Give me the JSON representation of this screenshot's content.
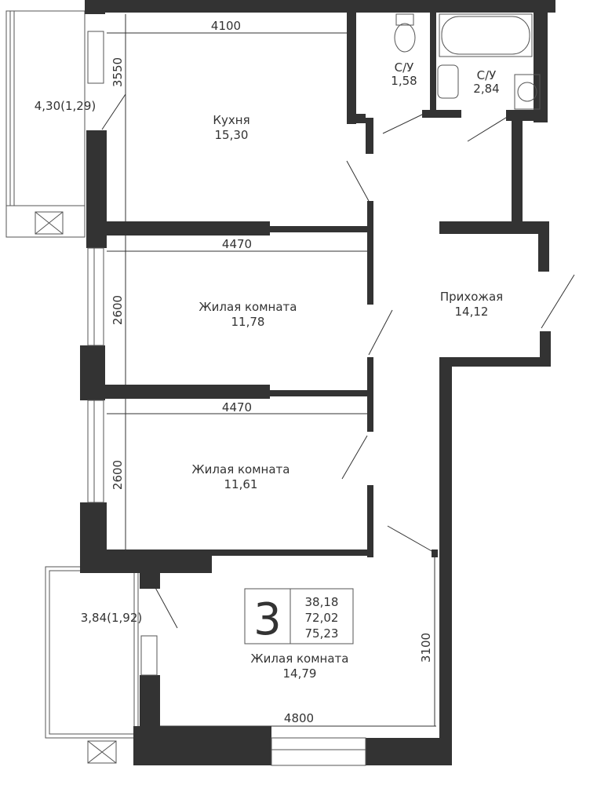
{
  "rooms": {
    "kitchen": {
      "name": "Кухня",
      "area": "15,30"
    },
    "wc1": {
      "name": "С/У",
      "area": "1,58"
    },
    "wc2": {
      "name": "С/У",
      "area": "2,84"
    },
    "hall": {
      "name": "Прихожая",
      "area": "14,12"
    },
    "room1": {
      "name": "Жилая комната",
      "area": "11,78"
    },
    "room2": {
      "name": "Жилая комната",
      "area": "11,61"
    },
    "room3": {
      "name": "Жилая комната",
      "area": "14,79"
    },
    "balcony1": {
      "area": "4,30(1,29)"
    },
    "balcony2": {
      "area": "3,84(1,92)"
    }
  },
  "dimensions": {
    "kitchen_width": "4100",
    "kitchen_depth": "3550",
    "room1_width": "4470",
    "room1_depth": "2600",
    "room2_width": "4470",
    "room2_depth": "2600",
    "room3_width": "4800",
    "room3_depth": "3100"
  },
  "summary": {
    "rooms_count": "3",
    "living_area": "38,18",
    "total_area": "72,02",
    "total_with_balcony": "75,23"
  }
}
